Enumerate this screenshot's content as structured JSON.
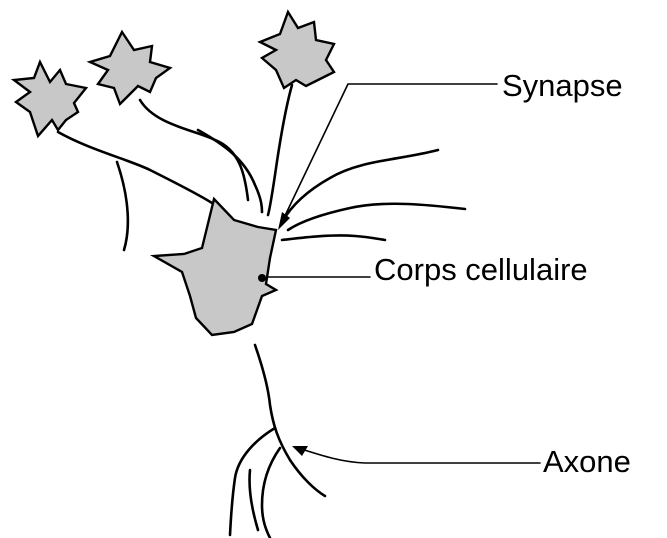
{
  "labels": {
    "synapse": "Synapse",
    "cell_body": "Corps cellulaire",
    "axon": "Axone"
  },
  "colors": {
    "fill": "#c8c8c8",
    "stroke": "#000000",
    "background": "#ffffff"
  }
}
